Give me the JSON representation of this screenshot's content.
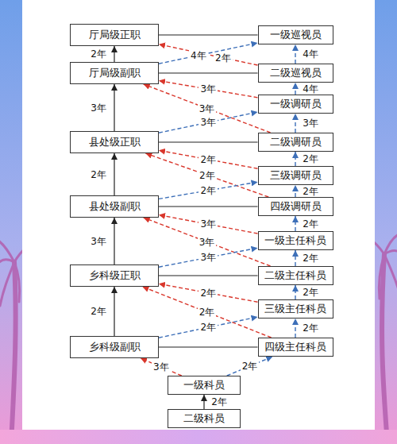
{
  "diagram": {
    "nodes": [
      {
        "text": [
          "厅局级正职"
        ]
      },
      {
        "text": [
          "一级巡视员"
        ]
      },
      {
        "text": [
          "厅局级副职"
        ]
      },
      {
        "text": [
          "二级巡视员"
        ]
      },
      {
        "text": [
          "一级调研员"
        ]
      },
      {
        "text": [
          "县处级正职"
        ]
      },
      {
        "text": [
          "二级调研员"
        ]
      },
      {
        "text": [
          "三级调研员"
        ]
      },
      {
        "text": [
          "县处级副职"
        ]
      },
      {
        "text": [
          "四级调研员"
        ]
      },
      {
        "text": [
          "一级主任科员"
        ]
      },
      {
        "text": [
          "乡科级正职"
        ]
      },
      {
        "text": [
          "二级主任科员"
        ]
      },
      {
        "text": [
          "三级主任科员"
        ]
      },
      {
        "text": [
          "乡科级副职"
        ]
      },
      {
        "text": [
          "四级主任科员"
        ]
      },
      {
        "text": [
          "一级科员"
        ]
      },
      {
        "text": [
          "二级科员"
        ]
      }
    ],
    "edges": [
      {
        "from": 2,
        "to": 0,
        "arrow": "to",
        "label": "2年"
      },
      {
        "from": 5,
        "to": 2,
        "arrow": "to",
        "label": "3年"
      },
      {
        "from": 8,
        "to": 5,
        "arrow": "to",
        "label": "2年"
      },
      {
        "from": 11,
        "to": 8,
        "arrow": "to",
        "label": "3年"
      },
      {
        "from": 14,
        "to": 11,
        "arrow": "to",
        "label": "2年"
      },
      {
        "from": 0,
        "to": 1,
        "arrow": "none"
      },
      {
        "from": 2,
        "to": 3,
        "arrow": "none"
      },
      {
        "from": 5,
        "to": 6,
        "arrow": "none"
      },
      {
        "from": 8,
        "to": 9,
        "arrow": "none"
      },
      {
        "from": 11,
        "to": 12,
        "arrow": "none"
      },
      {
        "from": 14,
        "to": 15,
        "arrow": "none"
      },
      {
        "from": 3,
        "to": 1,
        "arrow": "to",
        "label": "4年"
      },
      {
        "from": 4,
        "to": 3,
        "arrow": "to",
        "label": "4年"
      },
      {
        "from": 6,
        "to": 4,
        "arrow": "to",
        "label": "3年"
      },
      {
        "from": 7,
        "to": 6,
        "arrow": "to",
        "label": "2年"
      },
      {
        "from": 9,
        "to": 7,
        "arrow": "to",
        "label": "2年"
      },
      {
        "from": 10,
        "to": 9,
        "arrow": "to",
        "label": "2年"
      },
      {
        "from": 12,
        "to": 10,
        "arrow": "to",
        "label": "2年"
      },
      {
        "from": 13,
        "to": 12,
        "arrow": "to",
        "label": "2年"
      },
      {
        "from": 15,
        "to": 13,
        "arrow": "to",
        "label": "2年"
      },
      {
        "from": 2,
        "to": 1,
        "arrow": "to",
        "label": "4年"
      },
      {
        "from": 3,
        "to": 0,
        "arrow": "to",
        "label": "2年"
      },
      {
        "from": 4,
        "to": 2,
        "arrow": "to",
        "label": "3年"
      },
      {
        "from": 6,
        "to": 2,
        "arrow": "to",
        "label": "3年"
      },
      {
        "from": 5,
        "to": 4,
        "arrow": "to",
        "label": "3年"
      },
      {
        "from": 7,
        "to": 5,
        "arrow": "to",
        "label": "2年"
      },
      {
        "from": 9,
        "to": 5,
        "arrow": "to",
        "label": "2年"
      },
      {
        "from": 8,
        "to": 7,
        "arrow": "to",
        "label": "2年"
      },
      {
        "from": 10,
        "to": 8,
        "arrow": "to",
        "label": "3年"
      },
      {
        "from": 12,
        "to": 8,
        "arrow": "to",
        "label": "3年"
      },
      {
        "from": 11,
        "to": 10,
        "arrow": "to",
        "label": "3年"
      },
      {
        "from": 13,
        "to": 11,
        "arrow": "to",
        "label": "2年"
      },
      {
        "from": 15,
        "to": 11,
        "arrow": "to",
        "label": "2年"
      },
      {
        "from": 14,
        "to": 13,
        "arrow": "to",
        "label": "2年"
      },
      {
        "from": 16,
        "to": 14,
        "arrow": "to",
        "label": "3年"
      },
      {
        "from": 16,
        "to": 15,
        "arrow": "to",
        "label": "2年"
      },
      {
        "from": 17,
        "to": 16,
        "arrow": "to",
        "label": "2年"
      }
    ]
  }
}
